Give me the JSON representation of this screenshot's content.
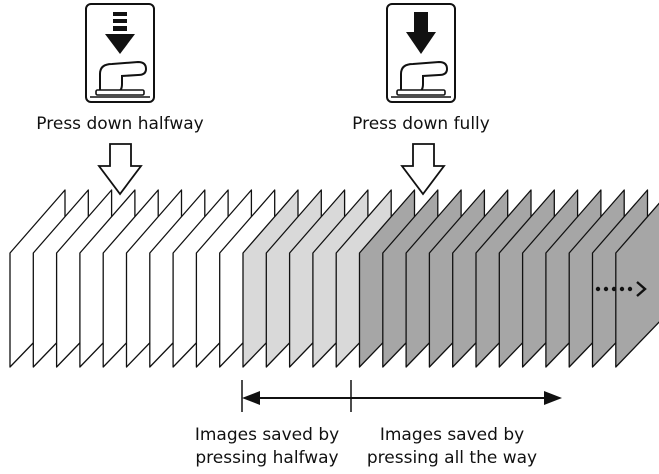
{
  "steps": [
    {
      "icon": "shutter-half-press-icon",
      "label": "Press down halfway"
    },
    {
      "icon": "shutter-full-press-icon",
      "label": "Press down fully"
    }
  ],
  "frames": {
    "count": 27,
    "white_count": 10,
    "light_count": 5,
    "dark_count": 12,
    "colors": {
      "white": "#ffffff",
      "light": "#d9d9d9",
      "dark": "#a6a6a6",
      "stroke": "#111111"
    }
  },
  "ranges": [
    {
      "line1": "Images saved by",
      "line2": "pressing halfway"
    },
    {
      "line1": "Images saved by",
      "line2": "pressing all the way"
    }
  ],
  "continuation_icon": "dotted-right-arrow-icon"
}
